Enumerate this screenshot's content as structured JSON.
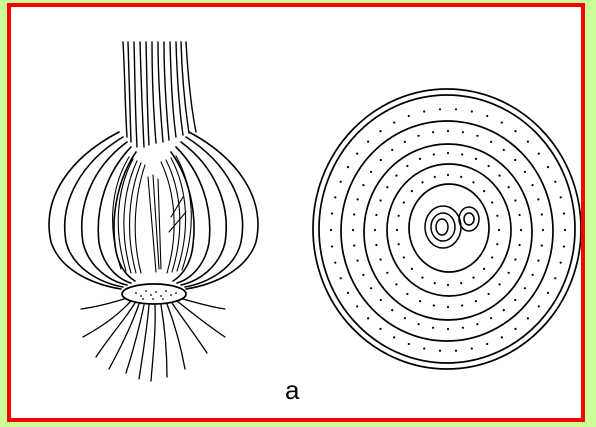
{
  "figure": {
    "label": "a",
    "colors": {
      "background": "#ccff99",
      "frame_border": "#ff0000",
      "panel": "#ffffff",
      "ink": "#000000"
    },
    "panels": [
      {
        "name": "onion-bulb-longitudinal-drawing"
      },
      {
        "name": "onion-bulb-cross-section-drawing"
      }
    ]
  }
}
